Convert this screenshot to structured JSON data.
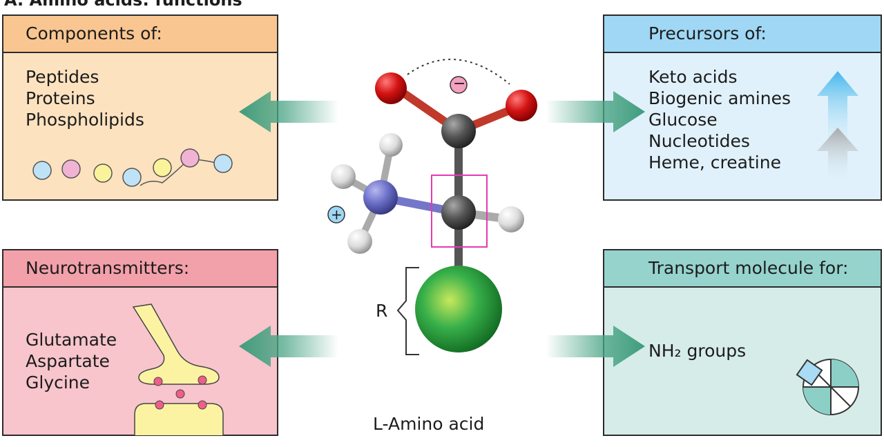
{
  "figure": {
    "title": "A. Amino acids: functions"
  },
  "boxes": {
    "components": {
      "header": "Components of:",
      "items": [
        "Peptides",
        "Proteins",
        "Phospholipids"
      ]
    },
    "precursors": {
      "header": "Precursors of:",
      "items": [
        "Keto acids",
        "Biogenic amines",
        "Glucose",
        "Nucleotides",
        "Heme, creatine"
      ]
    },
    "neurotransmitters": {
      "header": "Neurotransmitters:",
      "items": [
        "Glutamate",
        "Aspartate",
        "Glycine"
      ]
    },
    "transport": {
      "header": "Transport molecule for:",
      "items": [
        "NH₂ groups"
      ]
    }
  },
  "molecule": {
    "caption": "L-Amino acid",
    "r_label": "R",
    "plus_sign": "+",
    "minus_sign": "−"
  },
  "colors": {
    "components_bg": "#fde2bf",
    "components_header": "#f9c691",
    "precursors_bg": "#e0f1fb",
    "precursors_header": "#9fd7f4",
    "neurotransmitters_bg": "#f7c5cb",
    "neurotransmitters_header": "#f2a0a9",
    "transport_bg": "#d6ece8",
    "transport_header": "#96d3cd",
    "arrow": "#4aa586",
    "oxygen": "#d41313",
    "carbon": "#5a5a5a",
    "nitrogen": "#6b6fc7",
    "hydrogen": "#e6e6e6",
    "r_group": "#28a13a",
    "alpha_box": "#e43ab0"
  }
}
